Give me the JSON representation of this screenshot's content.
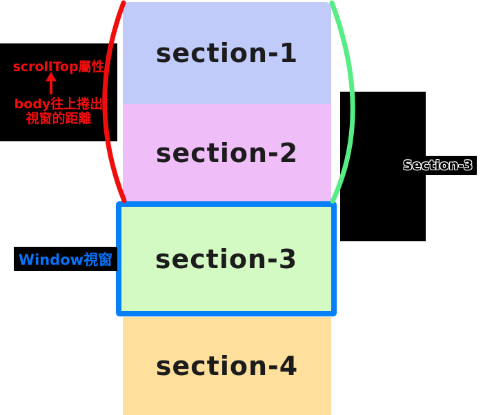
{
  "diagram": {
    "title_context": "scrollTop concept diagram",
    "sections": [
      {
        "label": "section-1",
        "color": "#c0cbfa"
      },
      {
        "label": "section-2",
        "color": "#efbdf8"
      },
      {
        "label": "section-3",
        "color": "#d4fac4"
      },
      {
        "label": "section-4",
        "color": "#fee09c"
      }
    ],
    "window_viewport": {
      "border_color": "#0680fa",
      "contains_section": "section-3"
    },
    "scrolltop_callout": {
      "line1": "scrollTop屬性",
      "arrow_icon": "up-arrow",
      "line2": "body往上捲出",
      "line3": "視窗的距離",
      "text_color": "#f20d0d",
      "background": "#000000"
    },
    "window_label": {
      "text": "Window視窗",
      "text_color": "#0573fa",
      "background": "#000000"
    },
    "right_label": {
      "text": "Section-3",
      "style": "black text with white outline on black box"
    },
    "arcs": {
      "left_arc_color": "#f20d0d",
      "right_arc_color": "#55ed84"
    }
  }
}
